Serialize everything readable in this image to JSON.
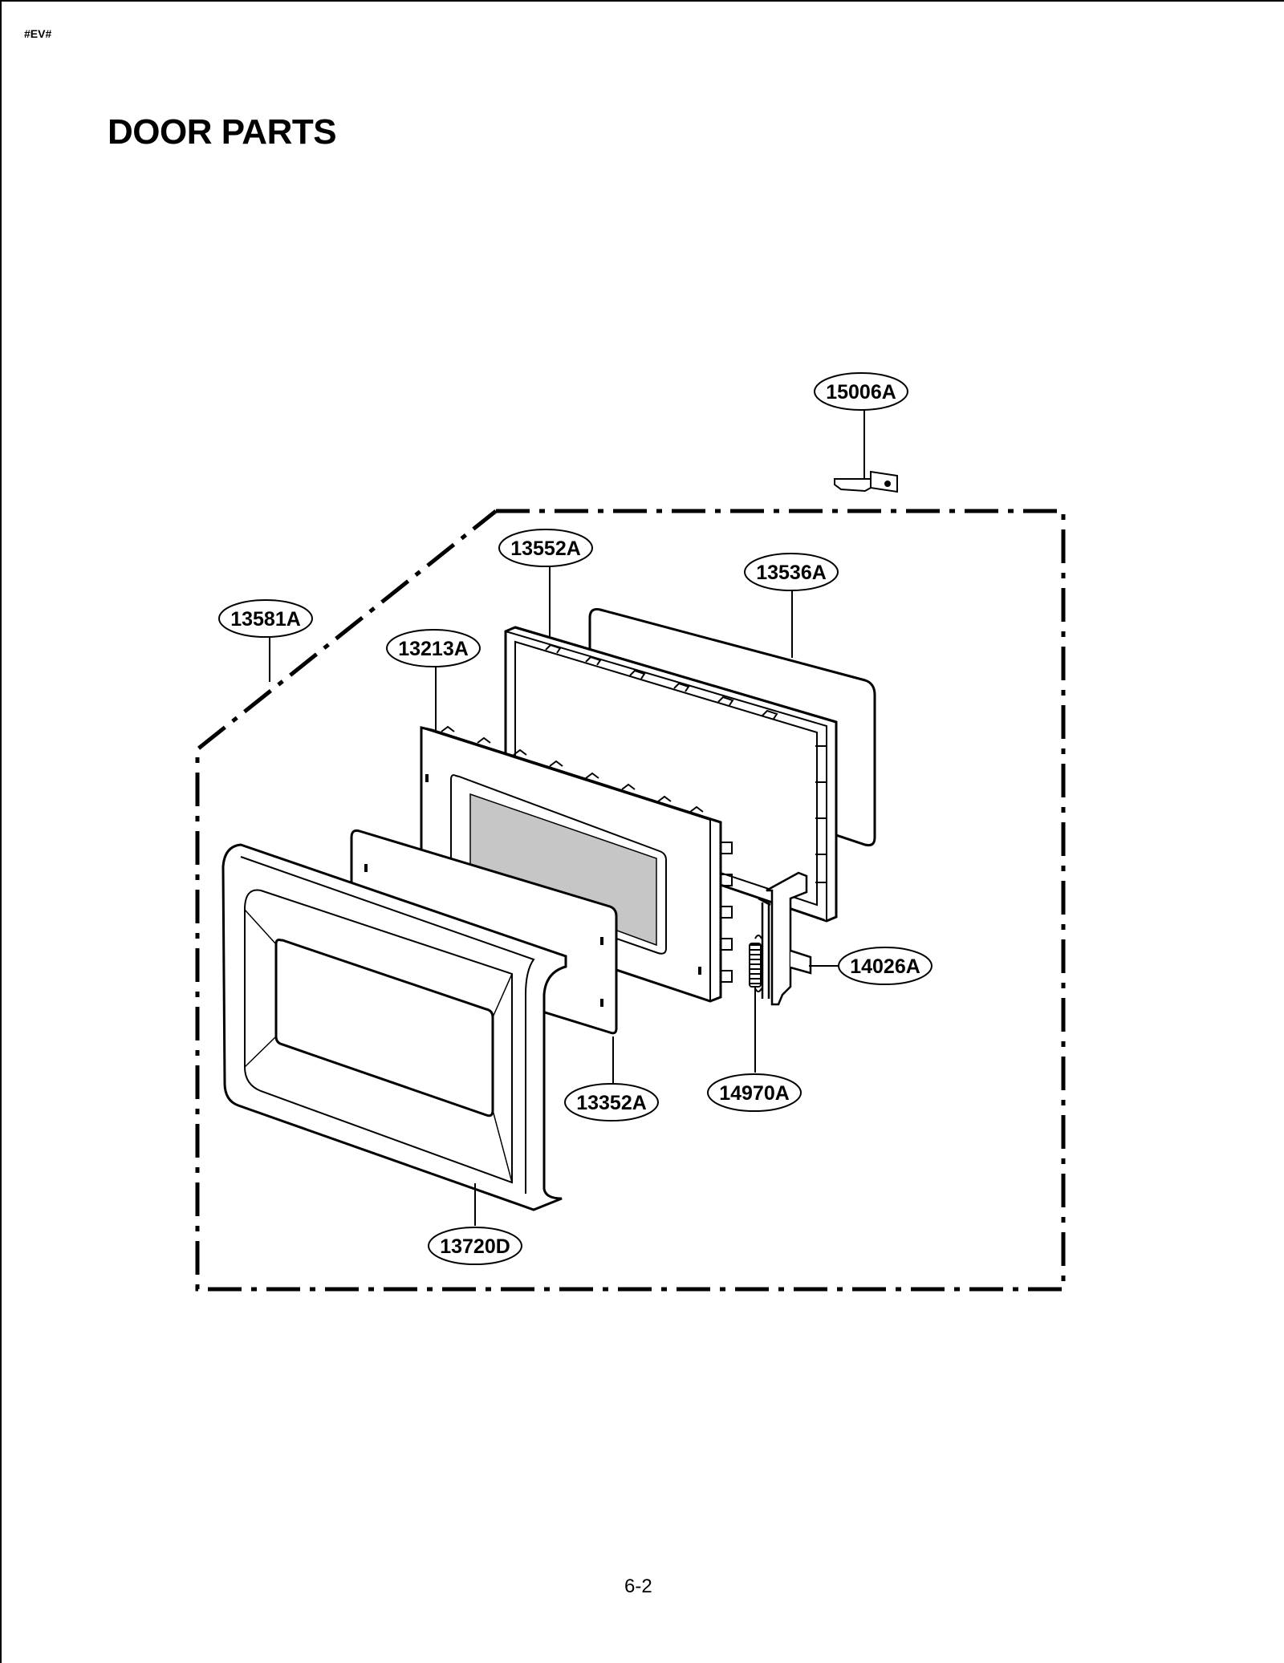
{
  "header": {
    "doc_code": "#EV#"
  },
  "title": "DOOR PARTS",
  "footer": {
    "page_number": "6-2"
  },
  "parts": [
    {
      "id": "15006A"
    },
    {
      "id": "13552A"
    },
    {
      "id": "13536A"
    },
    {
      "id": "13581A"
    },
    {
      "id": "13213A"
    },
    {
      "id": "14026A"
    },
    {
      "id": "13352A"
    },
    {
      "id": "14970A"
    },
    {
      "id": "13720D"
    }
  ],
  "colors": {
    "line": "#000000",
    "glass_fill": "#c6c6c6",
    "paper": "#ffffff"
  }
}
